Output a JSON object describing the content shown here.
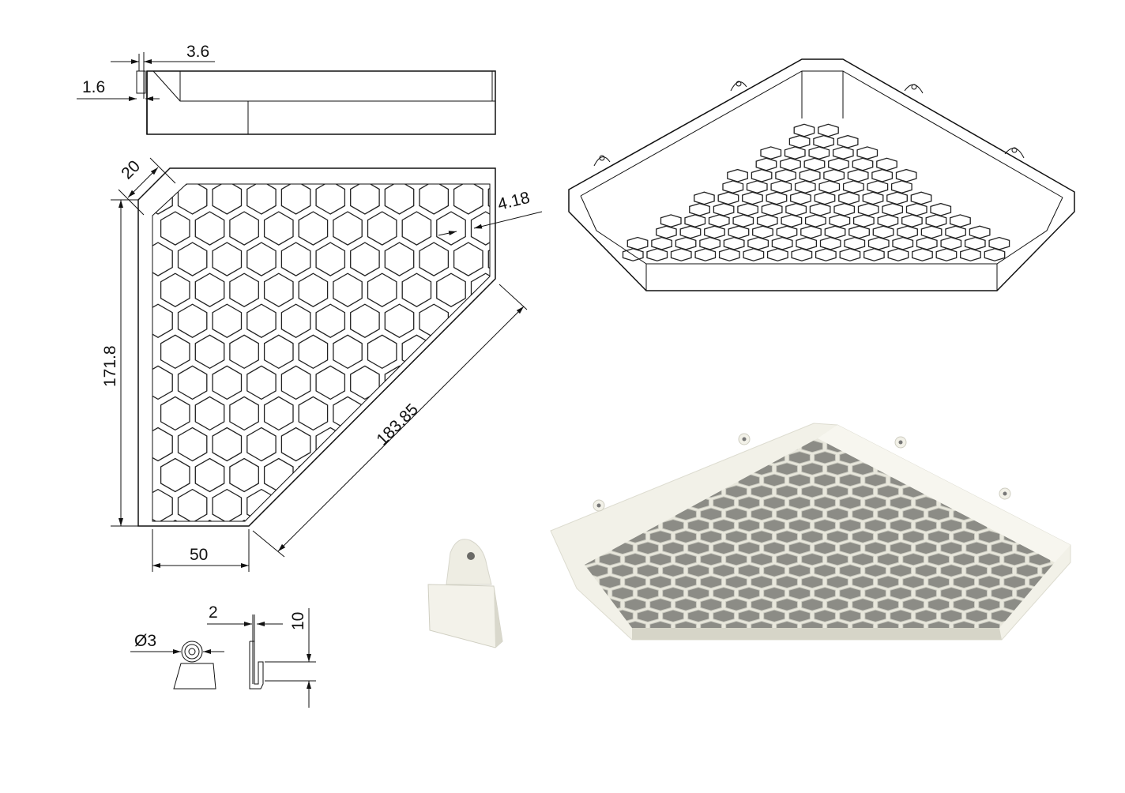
{
  "drawing": {
    "dimensions": {
      "wall_offset": "3.6",
      "wall_thickness": "1.6",
      "chamfer": "20",
      "height": "171.8",
      "hex_spacing": "4.18",
      "diagonal": "183.85",
      "front_edge": "50",
      "hook_thickness": "2",
      "hole_diameter": "Ø3",
      "hook_depth": "10"
    },
    "colors": {
      "line": "#111111",
      "print_material": "#f1f0e6",
      "print_shadow": "#c9c8bb"
    }
  }
}
